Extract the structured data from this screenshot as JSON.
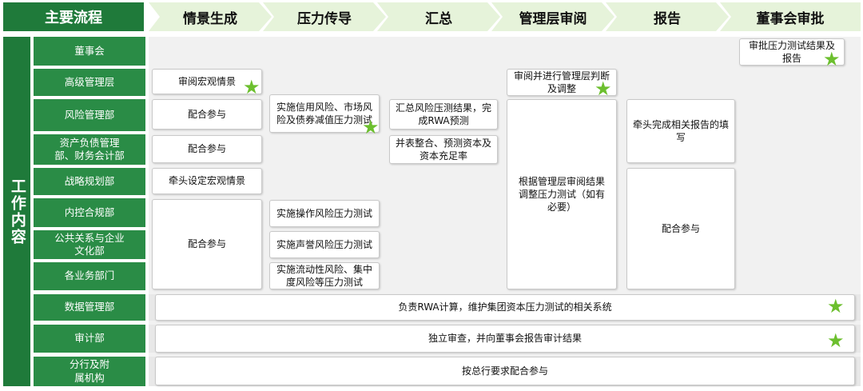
{
  "header": {
    "main_label": "主要流程",
    "stages": [
      "情景生成",
      "压力传导",
      "汇总",
      "管理层审阅",
      "报告",
      "董事会审批"
    ]
  },
  "left_label": "工作内容",
  "departments": [
    "董事会",
    "高级管理层",
    "风险管理部",
    "资产负债管理部、财务会计部",
    "战略规划部",
    "内控合规部",
    "公共关系与企业文化部",
    "各业务部门",
    "数据管理部",
    "审计部",
    "分行及附属机构"
  ],
  "tasks": {
    "board_approve": "审批压力测试结果及报告",
    "review_macro": "审阅宏观情景",
    "participate_risk": "配合参与",
    "participate_alm": "配合参与",
    "lead_set_macro": "牵头设定宏观情景",
    "participate_other": "配合参与",
    "credit_market": "实施信用风险、市场风险及债券减值压力测试",
    "operational": "实施操作风险压力测试",
    "reputation": "实施声誉风险压力测试",
    "liquidity": "实施流动性风险、集中度风险等压力测试",
    "summary_rwa": "汇总风险压测结果，完成RWA预测",
    "consolidate": "并表整合、预测资本及资本充足率",
    "mgmt_review": "审阅并进行管理层判断及调整",
    "adjust": "根据管理层审阅结果调整压力测试（如有必要）",
    "report_lead": "牵头完成相关报告的填写",
    "report_participate": "配合参与",
    "data_mgmt": "负责RWA计算，维护集团资本压力测试的相关系统",
    "audit": "独立审查，并向董事会报告审计结果",
    "branches": "按总行要求配合参与"
  },
  "colors": {
    "dark_green": "#1f7a3a",
    "dept_green": "#2a8c46",
    "star": "#6cbf2e",
    "chevron": "#e6f3da"
  },
  "icons": {
    "milestone": "star-icon"
  }
}
